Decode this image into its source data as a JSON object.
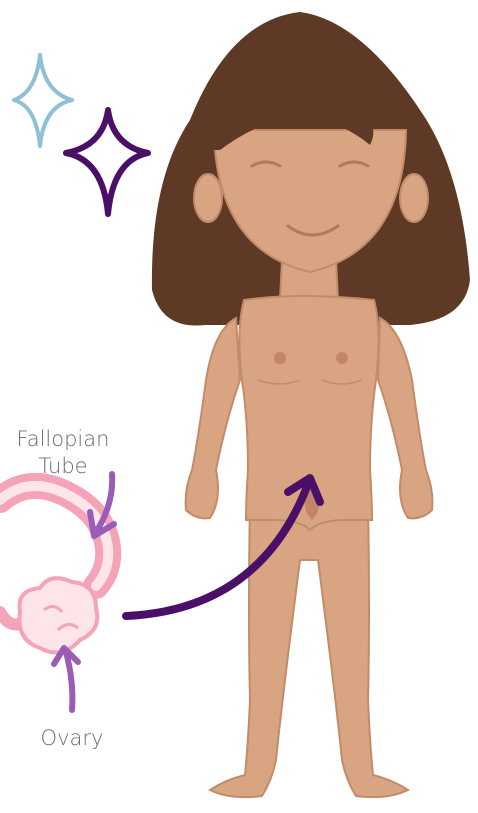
{
  "labels": {
    "fallopian_tube_line1": "Fallopian",
    "fallopian_tube_line2": "Tube",
    "ovary": "Ovary"
  },
  "colors": {
    "hair": "#5e3a26",
    "skin": "#d9a481",
    "skin_outline": "#c28c6a",
    "sparkle_blue": "#8fc0d6",
    "sparkle_purple": "#4a0f66",
    "arrow_purple": "#4a0f66",
    "pointer_violet": "#9b5cb8",
    "organ_pink": "#f5a3b7",
    "organ_light": "#fde5ea"
  }
}
